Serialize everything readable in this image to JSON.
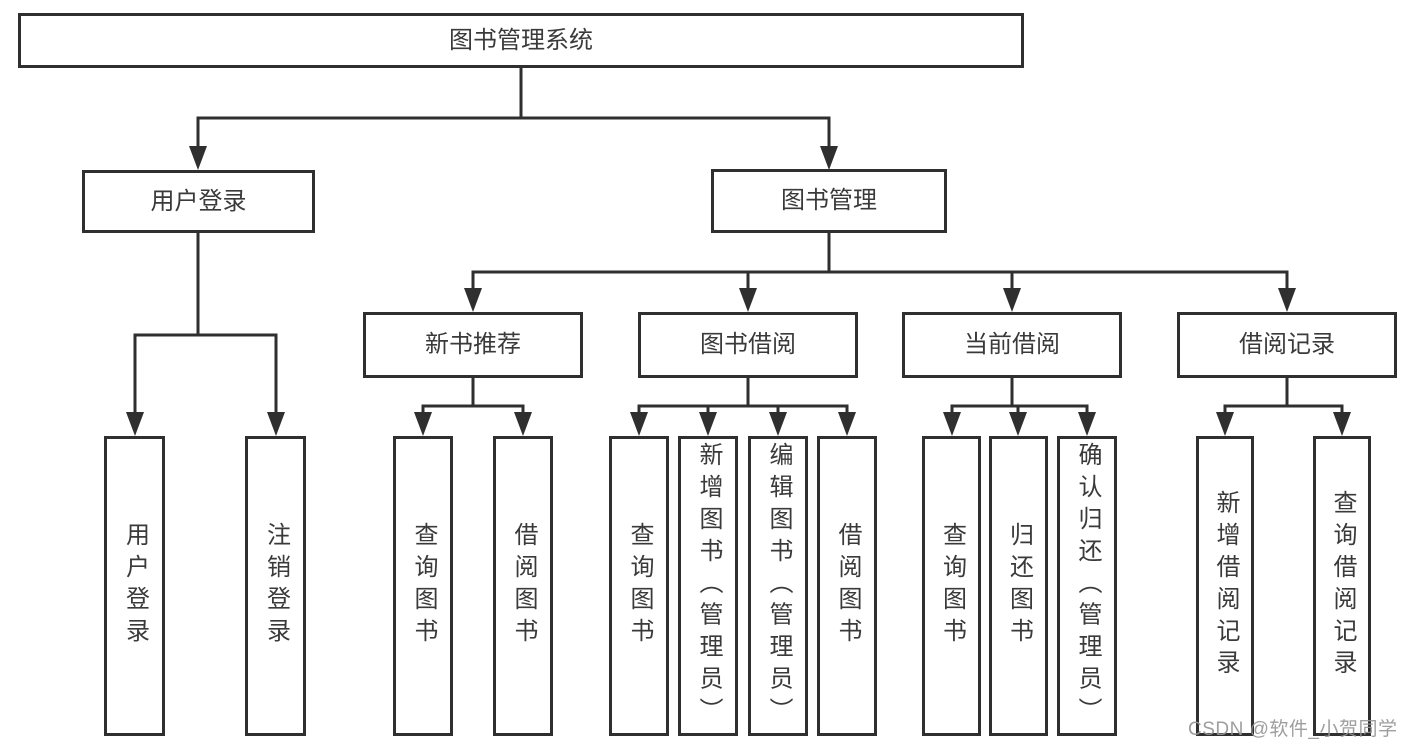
{
  "diagram": {
    "nodes": {
      "root": {
        "label": "图书管理系统"
      },
      "branches": [
        {
          "label": "用户登录",
          "children": [
            {
              "label": "用户登录"
            },
            {
              "label": "注销登录"
            }
          ]
        },
        {
          "label": "图书管理",
          "children": [
            {
              "label": "新书推荐",
              "children": [
                {
                  "label": "查询图书"
                },
                {
                  "label": "借阅图书"
                }
              ]
            },
            {
              "label": "图书借阅",
              "children": [
                {
                  "label": "查询图书"
                },
                {
                  "label": "新增图书（管理员）"
                },
                {
                  "label": "编辑图书（管理员）"
                },
                {
                  "label": "借阅图书"
                }
              ]
            },
            {
              "label": "当前借阅",
              "children": [
                {
                  "label": "查询图书"
                },
                {
                  "label": "归还图书"
                },
                {
                  "label": "确认归还（管理员）"
                }
              ]
            },
            {
              "label": "借阅记录",
              "children": [
                {
                  "label": "新增借阅记录"
                },
                {
                  "label": "查询借阅记录"
                }
              ]
            }
          ]
        }
      ]
    },
    "colors": {
      "line": "#2f2f2f",
      "box_border": "#2f2f2f",
      "text": "#3a3a3a",
      "background": "#ffffff",
      "watermark": "#969696"
    }
  },
  "watermark": {
    "text": "CSDN @软件_小贺同学"
  }
}
